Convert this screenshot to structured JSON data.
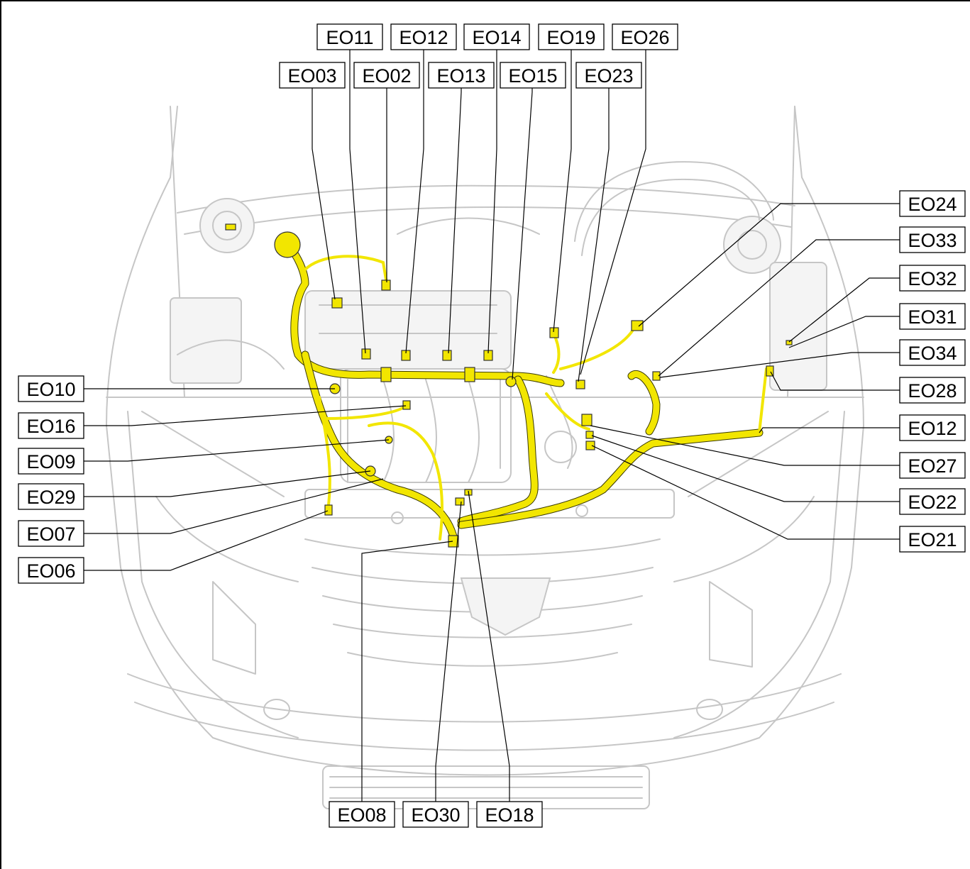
{
  "labels": {
    "top_row1": [
      "EO11",
      "EO12",
      "EO14",
      "EO19",
      "EO26"
    ],
    "top_row2": [
      "EO03",
      "EO02",
      "EO13",
      "EO15",
      "EO23"
    ],
    "right": [
      "EO24",
      "EO33",
      "EO32",
      "EO31",
      "EO34",
      "EO28",
      "EO12",
      "EO27",
      "EO22",
      "EO21"
    ],
    "left": [
      "EO10",
      "EO16",
      "EO09",
      "EO29",
      "EO07",
      "EO06"
    ],
    "bottom": [
      "EO08",
      "EO30",
      "EO18"
    ]
  },
  "colors": {
    "harness": "#f2e600",
    "outline": "#c6c6c6"
  }
}
